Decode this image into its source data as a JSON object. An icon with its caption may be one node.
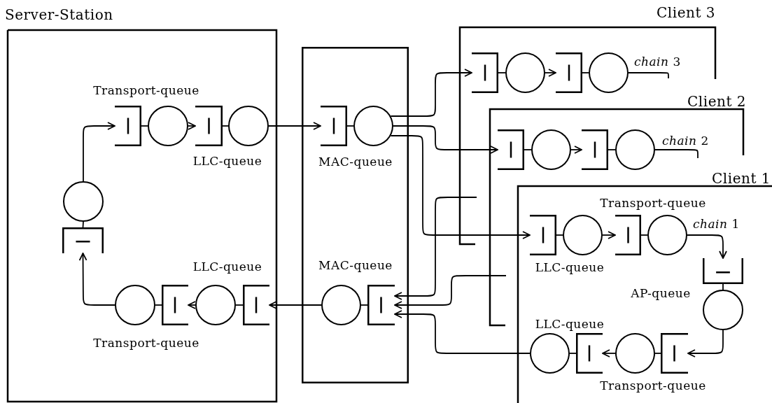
{
  "diagram": {
    "nodes": [
      {
        "text": [
          "Server-Station"
        ]
      },
      {
        "text": [],
        "shape": "bracket",
        "in": 0,
        "beside": [
          "Transport-queue"
        ]
      },
      {
        "text": [],
        "shape": "circle",
        "in": 0
      },
      {
        "text": [],
        "shape": "bracket",
        "in": 0,
        "beside": [
          "LLC-queue"
        ]
      },
      {
        "text": [],
        "shape": "circle",
        "in": 0
      },
      {
        "text": [],
        "shape": "circle",
        "in": 0
      },
      {
        "text": [],
        "shape": "bracket",
        "in": 0
      },
      {
        "text": [],
        "shape": "circle",
        "in": 0
      },
      {
        "text": [],
        "shape": "bracket",
        "in": 0,
        "beside": [
          "Transport-queue"
        ]
      },
      {
        "text": [],
        "shape": "circle",
        "in": 0
      },
      {
        "text": [],
        "shape": "bracket",
        "in": 0,
        "beside": [
          "LLC-queue"
        ]
      },
      {
        "text": [],
        "shape": "box"
      },
      {
        "text": [],
        "shape": "bracket",
        "in": 11,
        "beside": [
          "MAC-queue"
        ]
      },
      {
        "text": [],
        "shape": "circle",
        "in": 11
      },
      {
        "text": [],
        "shape": "circle",
        "in": 11
      },
      {
        "text": [],
        "shape": "bracket",
        "in": 11,
        "beside": [
          "MAC-queue"
        ]
      },
      {
        "text": [
          "Client 3"
        ]
      },
      {
        "text": [],
        "shape": "bracket",
        "in": 16
      },
      {
        "text": [],
        "shape": "circle",
        "in": 16
      },
      {
        "text": [],
        "shape": "bracket",
        "in": 16
      },
      {
        "text": [],
        "shape": "circle",
        "in": 16
      },
      {
        "text": [
          "Client 2"
        ]
      },
      {
        "text": [],
        "shape": "bracket",
        "in": 21
      },
      {
        "text": [],
        "shape": "circle",
        "in": 21
      },
      {
        "text": [],
        "shape": "bracket",
        "in": 21
      },
      {
        "text": [],
        "shape": "circle",
        "in": 21
      },
      {
        "text": [
          "Client 1"
        ]
      },
      {
        "text": [],
        "shape": "bracket",
        "in": 26,
        "beside": [
          "LLC-queue"
        ]
      },
      {
        "text": [],
        "shape": "circle",
        "in": 26
      },
      {
        "text": [],
        "shape": "bracket",
        "in": 26,
        "beside": [
          "Transport-queue"
        ]
      },
      {
        "text": [],
        "shape": "circle",
        "in": 26
      },
      {
        "text": [],
        "shape": "bracket",
        "in": 26,
        "beside": [
          "AP-queue"
        ]
      },
      {
        "text": [],
        "shape": "circle",
        "in": 26
      },
      {
        "text": [],
        "shape": "circle",
        "in": 26
      },
      {
        "text": [],
        "shape": "bracket",
        "in": 26,
        "beside": [
          "LLC-queue"
        ]
      },
      {
        "text": [],
        "shape": "circle",
        "in": 26
      },
      {
        "text": [],
        "shape": "bracket",
        "in": 26,
        "beside": [
          "Transport-queue"
        ]
      }
    ],
    "edges": [
      {
        "from": 5,
        "to": 1,
        "arrow": "to"
      },
      {
        "from": 1,
        "to": 2,
        "arrow": "none"
      },
      {
        "from": 2,
        "to": 3,
        "arrow": "to"
      },
      {
        "from": 3,
        "to": 4,
        "arrow": "none"
      },
      {
        "from": 4,
        "to": 12,
        "arrow": "to"
      },
      {
        "from": 15,
        "to": 14,
        "arrow": "none"
      },
      {
        "from": 14,
        "to": 10,
        "arrow": "to"
      },
      {
        "from": 10,
        "to": 9,
        "arrow": "none"
      },
      {
        "from": 9,
        "to": 8,
        "arrow": "to"
      },
      {
        "from": 8,
        "to": 7,
        "arrow": "none"
      },
      {
        "from": 7,
        "to": 6,
        "arrow": "to"
      },
      {
        "from": 6,
        "to": 5,
        "arrow": "none"
      },
      {
        "from": 12,
        "to": 13,
        "arrow": "none"
      },
      {
        "from": 13,
        "to": 17,
        "arrow": "to"
      },
      {
        "from": 13,
        "to": 22,
        "arrow": "to"
      },
      {
        "from": 13,
        "to": 27,
        "arrow": "to"
      },
      {
        "from": 17,
        "to": 18,
        "arrow": "none"
      },
      {
        "from": 18,
        "to": 19,
        "arrow": "to"
      },
      {
        "from": 19,
        "to": 20,
        "arrow": "none"
      },
      {
        "from": 20,
        "to": null,
        "arrow": "none",
        "label": "*chain* 3"
      },
      {
        "from": 22,
        "to": 23,
        "arrow": "none"
      },
      {
        "from": 23,
        "to": 24,
        "arrow": "to"
      },
      {
        "from": 24,
        "to": 25,
        "arrow": "none"
      },
      {
        "from": 25,
        "to": null,
        "arrow": "none",
        "label": "*chain* 2"
      },
      {
        "from": 27,
        "to": 28,
        "arrow": "none"
      },
      {
        "from": 28,
        "to": 29,
        "arrow": "to"
      },
      {
        "from": 29,
        "to": 30,
        "arrow": "none"
      },
      {
        "from": 30,
        "to": 31,
        "arrow": "to",
        "label": "*chain* 1"
      },
      {
        "from": 31,
        "to": 32,
        "arrow": "none"
      },
      {
        "from": 32,
        "to": 36,
        "arrow": "to"
      },
      {
        "from": 36,
        "to": 35,
        "arrow": "none"
      },
      {
        "from": 35,
        "to": 34,
        "arrow": "to"
      },
      {
        "from": 34,
        "to": 33,
        "arrow": "none"
      },
      {
        "from": 33,
        "to": 15,
        "arrow": "to"
      },
      {
        "from": null,
        "to": 15,
        "arrow": "to"
      },
      {
        "from": null,
        "to": 15,
        "arrow": "to"
      }
    ]
  }
}
